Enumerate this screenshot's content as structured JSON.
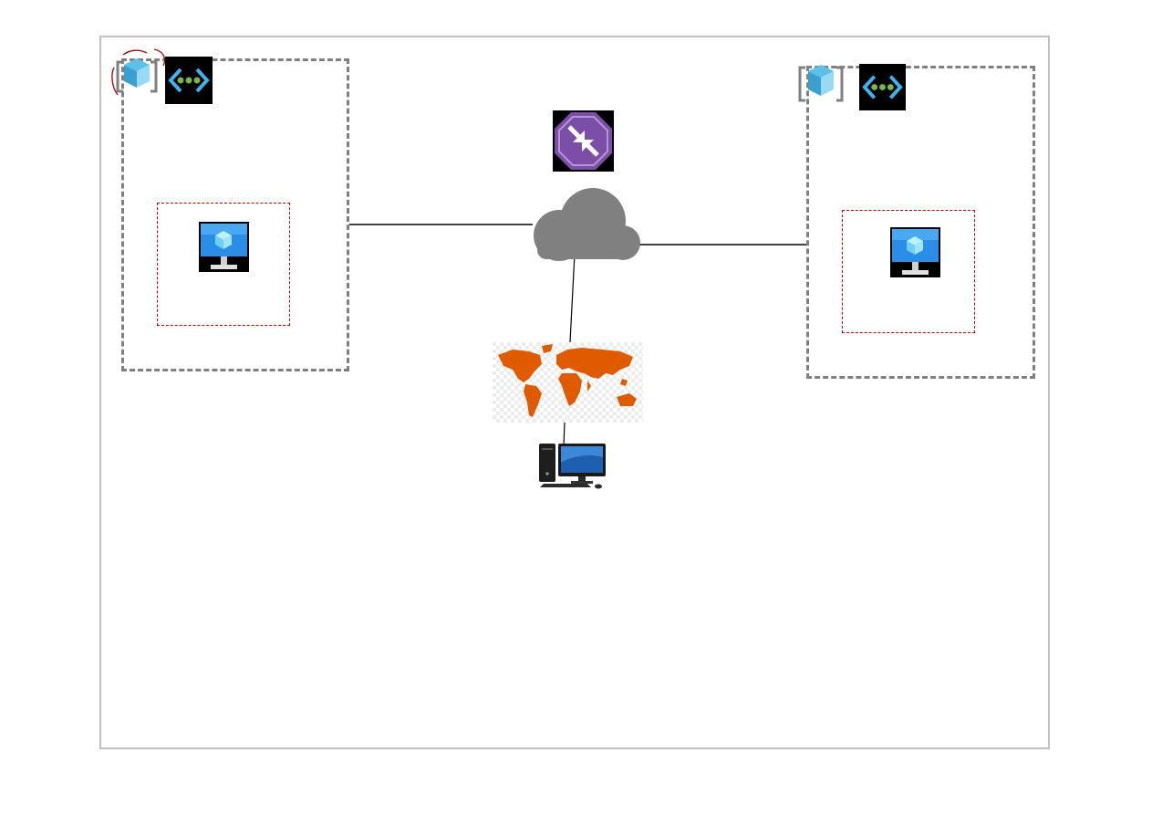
{
  "diagram": {
    "left_vnet": {
      "icons": [
        "resource-group-icon",
        "virtual-network-icon"
      ],
      "subnet": {
        "icons": [
          "virtual-machine-icon"
        ]
      }
    },
    "right_vnet": {
      "icons": [
        "resource-group-icon",
        "virtual-network-icon"
      ],
      "subnet": {
        "icons": [
          "virtual-machine-icon"
        ]
      }
    },
    "center": {
      "icons": [
        "vpn-gateway-icon",
        "cloud-icon",
        "world-map-icon",
        "desktop-computer-icon"
      ]
    },
    "colors": {
      "frame": "#c0c0c0",
      "vnet_border": "#808080",
      "subnet_border": "#c00000",
      "cloud": "#808080",
      "gateway": "#7b4ea8",
      "map": "#e05a00",
      "vnet_icon_bg": "#000000",
      "vnet_icon_bracket": "#3cb4f0",
      "vnet_icon_dots": "#7ab648",
      "vm_screen": "#2a8ee8"
    },
    "connections": [
      "left-vnet-to-cloud",
      "cloud-to-right-vnet",
      "cloud-to-internet",
      "internet-to-computer"
    ]
  }
}
